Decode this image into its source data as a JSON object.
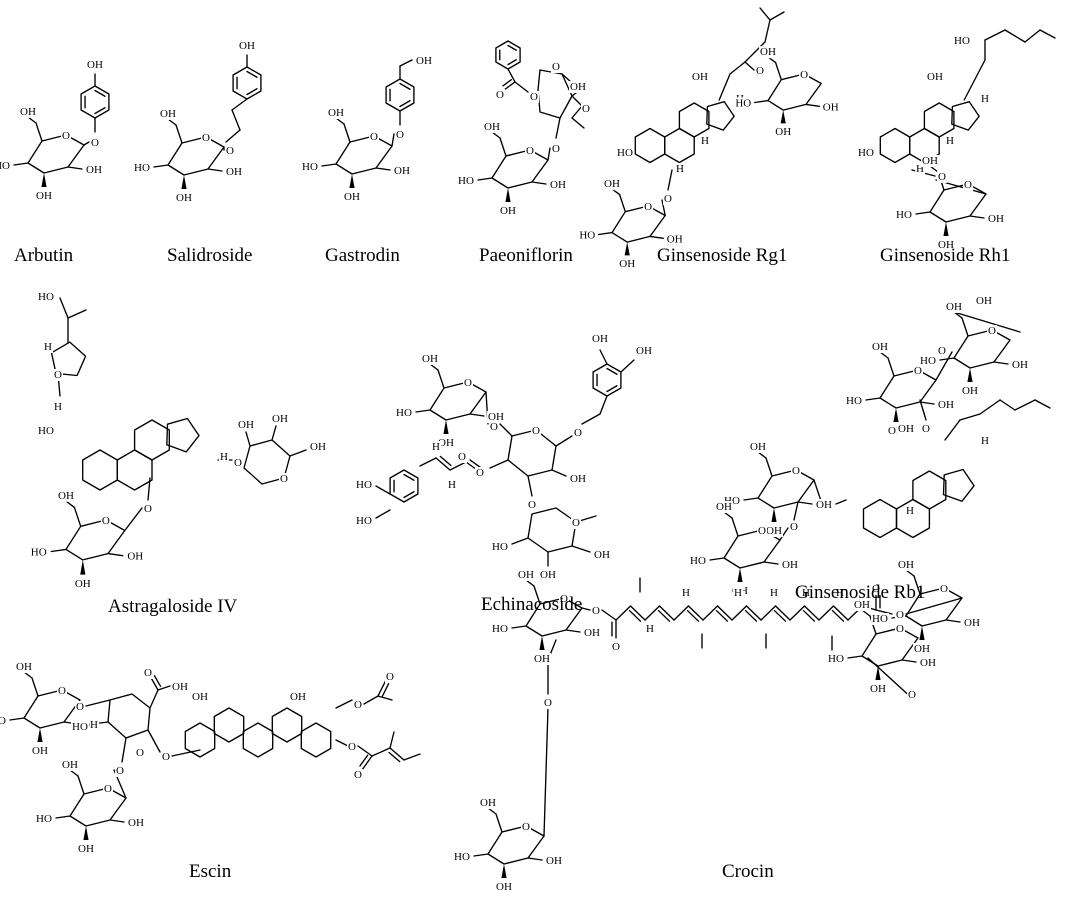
{
  "figure": {
    "compounds": [
      {
        "id": "arbutin",
        "name": "Arbutin"
      },
      {
        "id": "salidroside",
        "name": "Salidroside"
      },
      {
        "id": "gastrodin",
        "name": "Gastrodin"
      },
      {
        "id": "paeoniflorin",
        "name": "Paeoniflorin"
      },
      {
        "id": "ginsenoside-rg1",
        "name": "Ginsenoside Rg1"
      },
      {
        "id": "ginsenoside-rh1",
        "name": "Ginsenoside Rh1"
      },
      {
        "id": "astragaloside-iv",
        "name": "Astragaloside IV"
      },
      {
        "id": "echinacoside",
        "name": "Echinacoside"
      },
      {
        "id": "ginsenoside-rb1",
        "name": "Ginsenoside Rb1"
      },
      {
        "id": "escin",
        "name": "Escin"
      },
      {
        "id": "crocin",
        "name": "Crocin"
      }
    ]
  },
  "atoms": {
    "oh": "OH",
    "ho": "HO",
    "o": "O",
    "h": "H"
  }
}
